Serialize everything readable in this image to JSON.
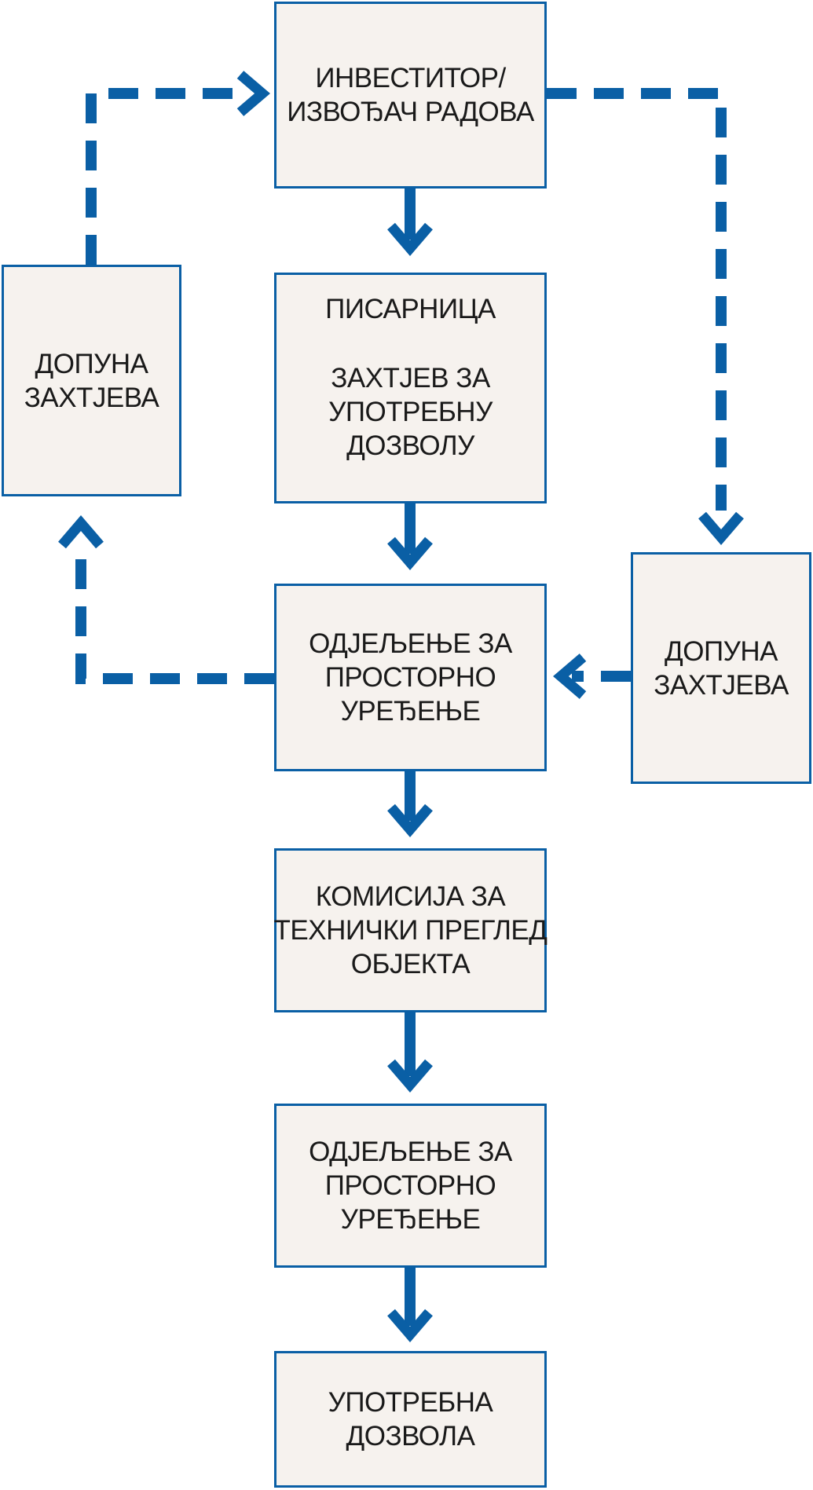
{
  "diagram": {
    "nodes": {
      "investitor": [
        "ИНВЕСТИТОР/",
        "ИЗВОЂАЧ РАДОВА"
      ],
      "pisarnica_title": "ПИСАРНИЦА",
      "pisarnica_body": [
        "ЗАХТЈЕВ ЗА",
        "УПОТРЕБНУ",
        "ДОЗВОЛУ"
      ],
      "odjeljenje_1": [
        "ОДЈЕЉЕЊЕ ЗА",
        "ПРОСТОРНО",
        "УРЕЂЕЊЕ"
      ],
      "komisija": [
        "КОМИСИЈА ЗА",
        "ТЕХНИЧКИ ПРЕГЛЕД",
        "ОБЈЕКТА"
      ],
      "odjeljenje_2": [
        "ОДЈЕЉЕЊЕ ЗА",
        "ПРОСТОРНО",
        "УРЕЂЕЊЕ"
      ],
      "upotrebna": [
        "УПОТРЕБНА",
        "ДОЗВОЛА"
      ],
      "dopuna_left": [
        "ДОПУНА",
        "ЗАХТЈЕВА"
      ],
      "dopuna_right": [
        "ДОПУНА",
        "ЗАХТЈЕВА"
      ]
    },
    "edges": [
      {
        "from": "investitor",
        "to": "pisarnica",
        "style": "solid"
      },
      {
        "from": "pisarnica",
        "to": "odjeljenje_1",
        "style": "solid"
      },
      {
        "from": "odjeljenje_1",
        "to": "komisija",
        "style": "solid"
      },
      {
        "from": "komisija",
        "to": "odjeljenje_2",
        "style": "solid"
      },
      {
        "from": "odjeljenje_2",
        "to": "upotrebna",
        "style": "solid"
      },
      {
        "from": "odjeljenje_1",
        "to": "dopuna_left",
        "style": "dashed"
      },
      {
        "from": "dopuna_left",
        "to": "investitor",
        "style": "dashed"
      },
      {
        "from": "investitor",
        "to": "dopuna_right",
        "style": "dashed"
      },
      {
        "from": "dopuna_right",
        "to": "odjeljenje_1",
        "style": "dashed"
      }
    ],
    "colors": {
      "arrow": "#0a5fa5",
      "box_border": "#0a5fa5",
      "box_fill": "#f6f2ee",
      "text": "#1a1a1a"
    }
  }
}
